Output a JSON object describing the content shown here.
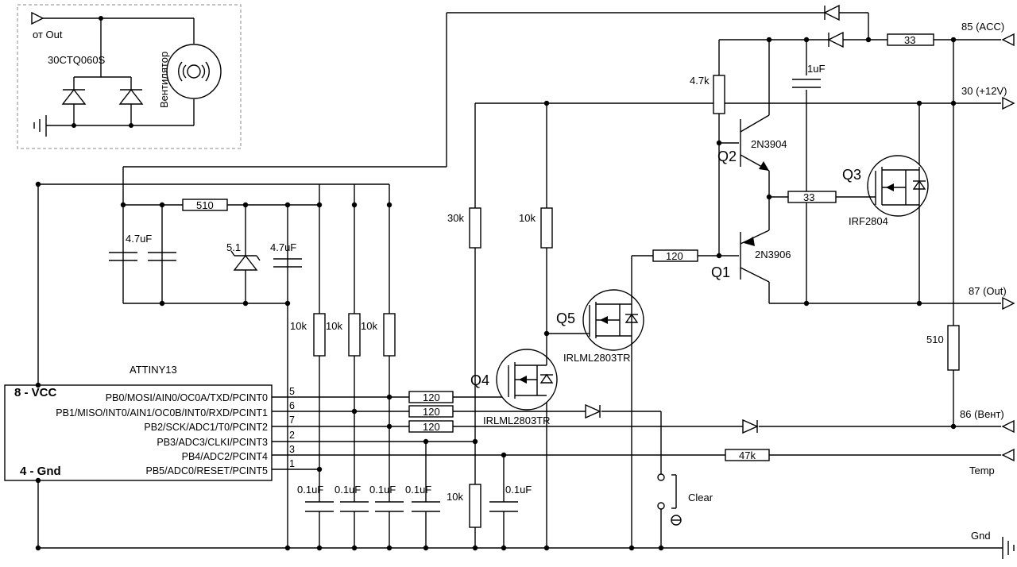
{
  "inset": {
    "from_out": "от Out",
    "diode_part": "30CTQ060S",
    "fan": "Вентилятор"
  },
  "ports": {
    "acc": "85 (ACC)",
    "v12": "30 (+12V)",
    "out": "87 (Out)",
    "fan": "86 (Вент)",
    "temp": "Temp",
    "gnd": "Gnd"
  },
  "mcu": {
    "name": "ATTINY13",
    "vcc": "8 - VCC",
    "gnd": "4 - Gnd",
    "pins": [
      {
        "label": "PB0/MOSI/AIN0/OC0A/TXD/PCINT0",
        "num": "5"
      },
      {
        "label": "PB1/MISO/INT0/AIN1/OC0B/INT0/RXD/PCINT1",
        "num": "6"
      },
      {
        "label": "PB2/SCK/ADC1/T0/PCINT2",
        "num": "7"
      },
      {
        "label": "PB3/ADC3/CLKI/PCINT3",
        "num": "2"
      },
      {
        "label": "PB4/ADC2/PCINT4",
        "num": "3"
      },
      {
        "label": "PB5/ADC0/RESET/PCINT5",
        "num": "1"
      }
    ]
  },
  "parts": {
    "r33_top": "33",
    "c1uf": "1uF",
    "r47k": "4.7k",
    "q2_name": "Q2",
    "q2_part": "2N3904",
    "q1_name": "Q1",
    "q1_part": "2N3906",
    "q3_name": "Q3",
    "q3_part": "IRF2804",
    "r33_mid": "33",
    "r120_q1": "120",
    "r510_ps": "510",
    "c47uf_l": "4.7uF",
    "zener": "5.1",
    "c47uf_r": "4.7uF",
    "r30k": "30k",
    "r10k_q5": "10k",
    "q5_name": "Q5",
    "q5_part": "IRLML2803TR",
    "q4_name": "Q4",
    "q4_part": "IRLML2803TR",
    "r10k_a": "10k",
    "r10k_b": "10k",
    "r10k_c": "10k",
    "r120_a": "120",
    "r120_b": "120",
    "r120_c": "120",
    "r510_fan": "510",
    "r47k_temp": "47k",
    "clear": "Clear",
    "c01_a": "0.1uF",
    "c01_b": "0.1uF",
    "c01_c": "0.1uF",
    "c01_d": "0.1uF",
    "r10k_bot": "10k",
    "c01_e": "0.1uF"
  }
}
